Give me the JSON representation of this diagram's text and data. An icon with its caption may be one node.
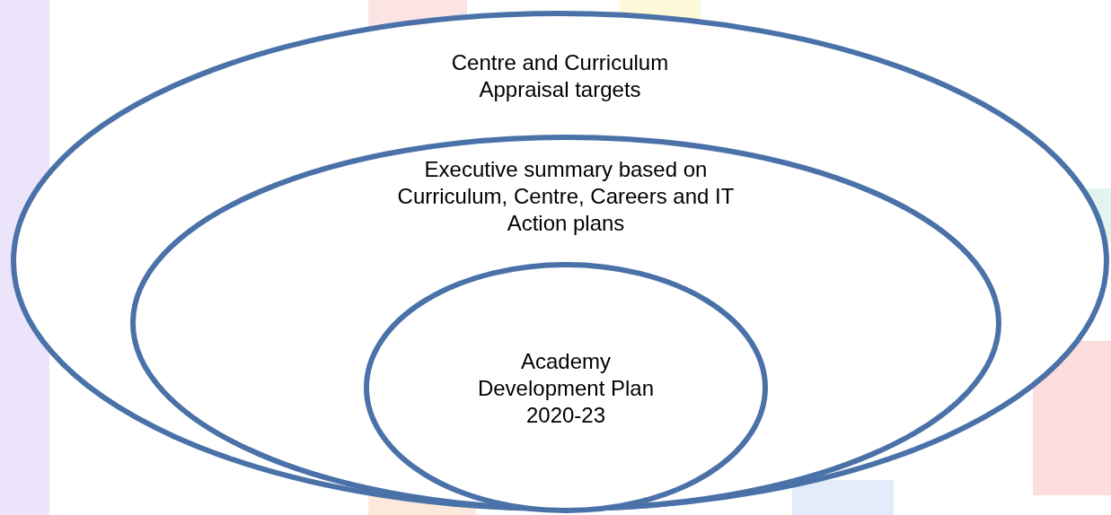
{
  "diagram": {
    "nodes": [
      {
        "text": [
          "Centre and Curriculum Appraisal targets"
        ]
      },
      {
        "text": [
          "Executive summary based on Curriculum, Centre, Careers and IT Action plans"
        ],
        "in": 0
      },
      {
        "text": [
          "Academy Development Plan 2020-23"
        ],
        "in": 1
      }
    ]
  }
}
